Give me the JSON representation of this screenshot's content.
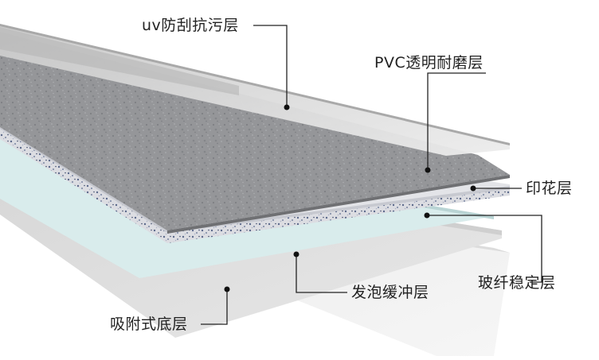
{
  "diagram": {
    "labels": {
      "uv_layer": "uv防刮抗污层",
      "pvc_layer": "PVC透明耐磨层",
      "print_layer": "印花层",
      "fiberglass_layer": "玻纤稳定层",
      "foam_layer": "发泡缓冲层",
      "adhesive_layer": "吸附式底层"
    },
    "colors": {
      "uv_layer": "#e2e2e2",
      "pvc_layer": "#8a8a8c",
      "print_layer": "#dcdde2",
      "fiberglass_layer": "#d8ecec",
      "foam_layer": "#e6e6e6",
      "adhesive_layer": "#f1f1f1",
      "leader_line": "#222222"
    }
  }
}
